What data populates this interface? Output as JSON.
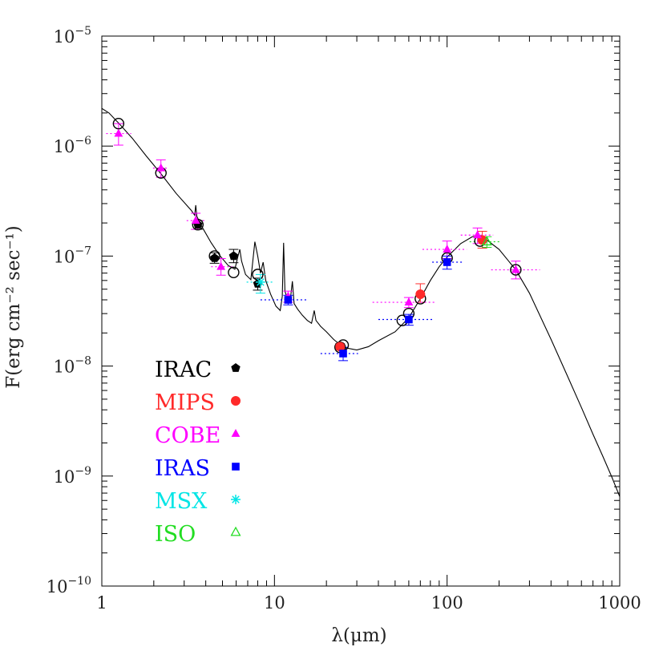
{
  "chart_data": {
    "type": "scatter",
    "xscale": "log",
    "yscale": "log",
    "xlim": [
      1,
      1000
    ],
    "ylim": [
      1e-10,
      1e-05
    ],
    "xlabel": "λ(μm)",
    "ylabel": "F(erg cm⁻² sec⁻¹)",
    "grid": false,
    "legend_position": "lower-left",
    "x_ticks": [
      {
        "value": 1,
        "label": "1"
      },
      {
        "value": 10,
        "label": "10"
      },
      {
        "value": 100,
        "label": "100"
      },
      {
        "value": 1000,
        "label": "1000"
      }
    ],
    "y_ticks": [
      {
        "value": 1e-10,
        "mant": "10",
        "exp": "−10"
      },
      {
        "value": 1e-09,
        "mant": "10",
        "exp": "−9"
      },
      {
        "value": 1e-08,
        "mant": "10",
        "exp": "−8"
      },
      {
        "value": 1e-07,
        "mant": "10",
        "exp": "−7"
      },
      {
        "value": 1e-06,
        "mant": "10",
        "exp": "−6"
      },
      {
        "value": 1e-05,
        "mant": "10",
        "exp": "−5"
      }
    ],
    "model_curve": [
      [
        1.0,
        2.2e-06
      ],
      [
        1.1,
        2e-06
      ],
      [
        1.26,
        1.6e-06
      ],
      [
        1.5,
        1.18e-06
      ],
      [
        1.8,
        8.2e-07
      ],
      [
        2.2,
        5.6e-07
      ],
      [
        2.7,
        3.7e-07
      ],
      [
        3.3,
        2.6e-07
      ],
      [
        3.45,
        2.35e-07
      ],
      [
        3.5,
        2.9e-07
      ],
      [
        3.55,
        2.3e-07
      ],
      [
        3.8,
        1.85e-07
      ],
      [
        4.3,
        1.32e-07
      ],
      [
        4.8,
        1.02e-07
      ],
      [
        5.4,
        8.2e-08
      ],
      [
        5.9,
        7.6e-08
      ],
      [
        6.15,
        1e-07
      ],
      [
        6.3,
        1.15e-07
      ],
      [
        6.45,
        9e-08
      ],
      [
        6.8,
        6.8e-08
      ],
      [
        7.3,
        6.1e-08
      ],
      [
        7.7,
        1.35e-07
      ],
      [
        8.0,
        1e-07
      ],
      [
        8.3,
        7e-08
      ],
      [
        8.6,
        8.8e-08
      ],
      [
        8.9,
        6e-08
      ],
      [
        9.5,
        4.5e-08
      ],
      [
        10.2,
        3.5e-08
      ],
      [
        10.8,
        3.2e-08
      ],
      [
        11.1,
        4.3e-08
      ],
      [
        11.3,
        1.32e-07
      ],
      [
        11.5,
        4.8e-08
      ],
      [
        12.0,
        3.9e-08
      ],
      [
        12.4,
        4.2e-08
      ],
      [
        12.7,
        5.9e-08
      ],
      [
        13.0,
        3.7e-08
      ],
      [
        13.6,
        3.3e-08
      ],
      [
        14.5,
        2.9e-08
      ],
      [
        15.5,
        2.6e-08
      ],
      [
        16.4,
        2.45e-08
      ],
      [
        17.0,
        3.2e-08
      ],
      [
        17.4,
        2.6e-08
      ],
      [
        18.5,
        2.3e-08
      ],
      [
        20.0,
        2.05e-08
      ],
      [
        22.0,
        1.75e-08
      ],
      [
        25.0,
        1.48e-08
      ],
      [
        30.0,
        1.4e-08
      ],
      [
        35.0,
        1.5e-08
      ],
      [
        40.0,
        1.7e-08
      ],
      [
        50.0,
        2.05e-08
      ],
      [
        60.0,
        2.75e-08
      ],
      [
        70.0,
        4.1e-08
      ],
      [
        80.0,
        6e-08
      ],
      [
        90.0,
        8e-08
      ],
      [
        100.0,
        9.8e-08
      ],
      [
        120.0,
        1.3e-07
      ],
      [
        140.0,
        1.5e-07
      ],
      [
        150.0,
        1.52e-07
      ],
      [
        165.0,
        1.45e-07
      ],
      [
        200.0,
        1.15e-07
      ],
      [
        250.0,
        7.5e-08
      ],
      [
        300.0,
        4.6e-08
      ],
      [
        400.0,
        1.75e-08
      ],
      [
        500.0,
        8e-09
      ],
      [
        600.0,
        4.2e-09
      ],
      [
        700.0,
        2.4e-09
      ],
      [
        800.0,
        1.5e-09
      ],
      [
        900.0,
        9.8e-10
      ],
      [
        1000.0,
        6.5e-10
      ]
    ],
    "model_points": [
      {
        "x": 1.25,
        "y": 1.6e-06
      },
      {
        "x": 2.2,
        "y": 5.7e-07
      },
      {
        "x": 3.6,
        "y": 1.93e-07
      },
      {
        "x": 4.5,
        "y": 1e-07
      },
      {
        "x": 5.8,
        "y": 7.1e-08
      },
      {
        "x": 8.0,
        "y": 6.8e-08
      },
      {
        "x": 24.0,
        "y": 1.48e-08
      },
      {
        "x": 25.0,
        "y": 1.55e-08
      },
      {
        "x": 55.0,
        "y": 2.6e-08
      },
      {
        "x": 60.0,
        "y": 3e-08
      },
      {
        "x": 70.0,
        "y": 4.1e-08
      },
      {
        "x": 100.0,
        "y": 9.6e-08
      },
      {
        "x": 155.0,
        "y": 1.37e-07
      },
      {
        "x": 250.0,
        "y": 7.5e-08
      }
    ],
    "series": [
      {
        "name": "IRAC",
        "marker": "pentagon",
        "color": "#000000",
        "points": [
          {
            "x": 3.6,
            "y": 1.93e-07,
            "ylo": 1.75e-07,
            "yhi": 2.1e-07
          },
          {
            "x": 4.5,
            "y": 9.6e-08,
            "ylo": 8.6e-08,
            "yhi": 1.07e-07
          },
          {
            "x": 5.8,
            "y": 1e-07,
            "ylo": 8.7e-08,
            "yhi": 1.15e-07
          },
          {
            "x": 8.0,
            "y": 5.6e-08,
            "ylo": 4.9e-08,
            "yhi": 6.3e-08
          }
        ]
      },
      {
        "name": "MIPS",
        "marker": "circle",
        "color": "#ff2a2a",
        "points": [
          {
            "x": 24.0,
            "y": 1.5e-08,
            "ylo": 1.4e-08,
            "yhi": 1.6e-08
          },
          {
            "x": 70.0,
            "y": 4.5e-08,
            "ylo": 3.8e-08,
            "yhi": 5.6e-08
          },
          {
            "x": 160.0,
            "y": 1.4e-07,
            "ylo": 1.18e-07,
            "yhi": 1.68e-07
          }
        ]
      },
      {
        "name": "COBE",
        "marker": "triangle",
        "color": "#ff00ff",
        "points": [
          {
            "x": 1.25,
            "y": 1.3e-06,
            "ylo": 1.02e-06,
            "yhi": 1.6e-06,
            "xlo": 1.06,
            "xhi": 1.48
          },
          {
            "x": 2.2,
            "y": 6.3e-07,
            "ylo": 5.2e-07,
            "yhi": 7.5e-07,
            "xlo": 1.98,
            "xhi": 2.42
          },
          {
            "x": 3.5,
            "y": 2.1e-07,
            "ylo": 1.75e-07,
            "yhi": 2.45e-07,
            "xlo": 3.1,
            "xhi": 4.0
          },
          {
            "x": 4.9,
            "y": 8e-08,
            "ylo": 6.7e-08,
            "yhi": 9.5e-08,
            "xlo": 4.3,
            "xhi": 5.7
          },
          {
            "x": 12.0,
            "y": 4.3e-08,
            "ylo": 3.8e-08,
            "yhi": 4.8e-08
          },
          {
            "x": 60.0,
            "y": 3.8e-08,
            "ylo": 3.4e-08,
            "yhi": 4.2e-08,
            "xlo": 37.0,
            "xhi": 86.0
          },
          {
            "x": 100.0,
            "y": 1.15e-07,
            "ylo": 9.5e-08,
            "yhi": 1.37e-07,
            "xlo": 72.0,
            "xhi": 130.0
          },
          {
            "x": 150.0,
            "y": 1.55e-07,
            "ylo": 1.3e-07,
            "yhi": 1.8e-07,
            "xlo": 120.0,
            "xhi": 185.0
          },
          {
            "x": 250.0,
            "y": 7.5e-08,
            "ylo": 6.2e-08,
            "yhi": 9e-08,
            "xlo": 180.0,
            "xhi": 345.0
          }
        ]
      },
      {
        "name": "IRAS",
        "marker": "square",
        "color": "#0000ff",
        "points": [
          {
            "x": 12.0,
            "y": 4e-08,
            "ylo": 3.6e-08,
            "yhi": 4.4e-08,
            "xlo": 8.3,
            "xhi": 15.3
          },
          {
            "x": 25.0,
            "y": 1.3e-08,
            "ylo": 1.12e-08,
            "yhi": 1.48e-08,
            "xlo": 18.5,
            "xhi": 30.5
          },
          {
            "x": 60.0,
            "y": 2.65e-08,
            "ylo": 2.35e-08,
            "yhi": 2.95e-08,
            "xlo": 40.0,
            "xhi": 82.0
          },
          {
            "x": 100.0,
            "y": 8.8e-08,
            "ylo": 7.6e-08,
            "yhi": 1e-07,
            "xlo": 82.0,
            "xhi": 122.0
          }
        ]
      },
      {
        "name": "MSX",
        "marker": "asterisk",
        "color": "#00e5e5",
        "points": [
          {
            "x": 8.3,
            "y": 5.8e-08,
            "ylo": 4.6e-08,
            "yhi": 6.8e-08,
            "xlo": 6.9,
            "xhi": 10.0
          }
        ]
      },
      {
        "name": "ISO",
        "marker": "open-triangle",
        "color": "#22dd22",
        "points": [
          {
            "x": 170.0,
            "y": 1.35e-07,
            "ylo": 1.2e-07,
            "yhi": 1.5e-07,
            "xlo": 135.0,
            "xhi": 205.0
          }
        ]
      }
    ]
  }
}
